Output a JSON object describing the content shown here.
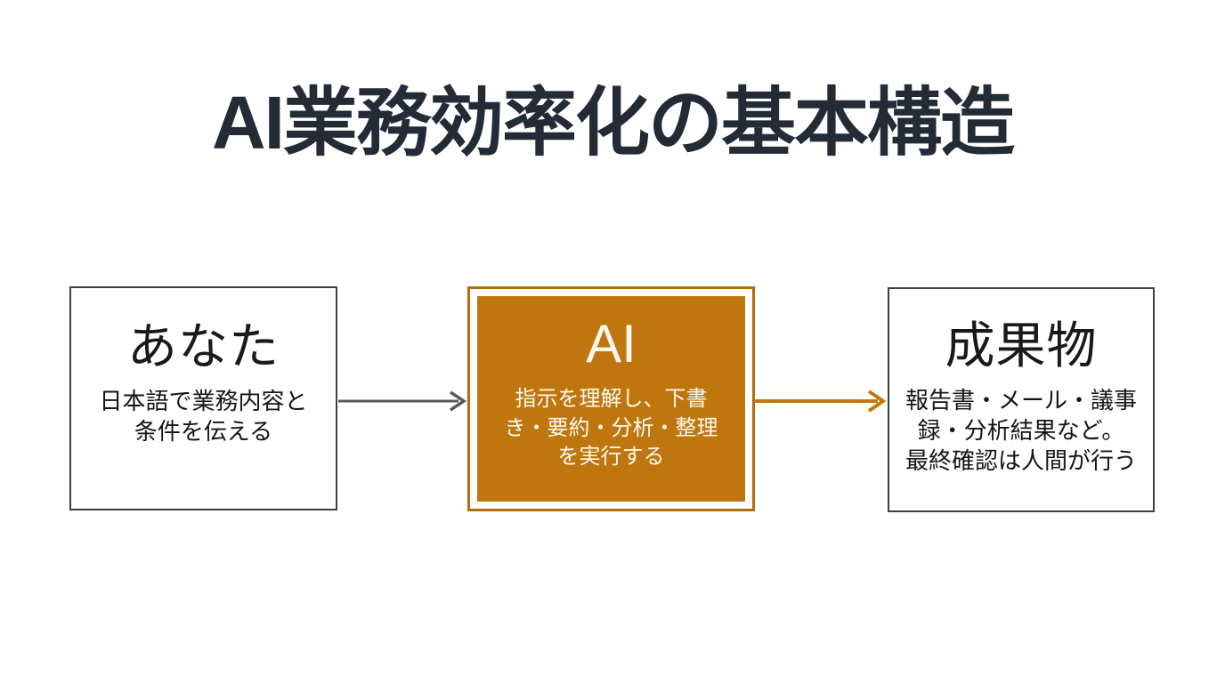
{
  "title": "AI業務効率化の基本構造",
  "diagram": {
    "nodes": [
      {
        "id": "you",
        "title": "あなた",
        "description": "日本語で業務内容と\n条件を伝える",
        "variant": "plain"
      },
      {
        "id": "ai",
        "title": "AI",
        "description": "指示を理解し、下書\nき・要約・分析・整理\nを実行する",
        "variant": "accent"
      },
      {
        "id": "deliverables",
        "title": "成果物",
        "description": "報告書・メール・議事\n録・分析結果など。\n最終確認は人間が行う",
        "variant": "plain"
      }
    ],
    "connectors": [
      {
        "from": "you",
        "to": "ai",
        "color": "#58595b"
      },
      {
        "from": "ai",
        "to": "deliverables",
        "color": "#c0790f"
      }
    ]
  },
  "colors": {
    "background": "#ffffff",
    "title_text": "#232b37",
    "accent_orange_fill": "#c0760f",
    "accent_orange_border": "#b26d0a",
    "plain_box_border": "#3f3f3f",
    "arrow_gray": "#58595b",
    "arrow_orange": "#c0790f"
  }
}
